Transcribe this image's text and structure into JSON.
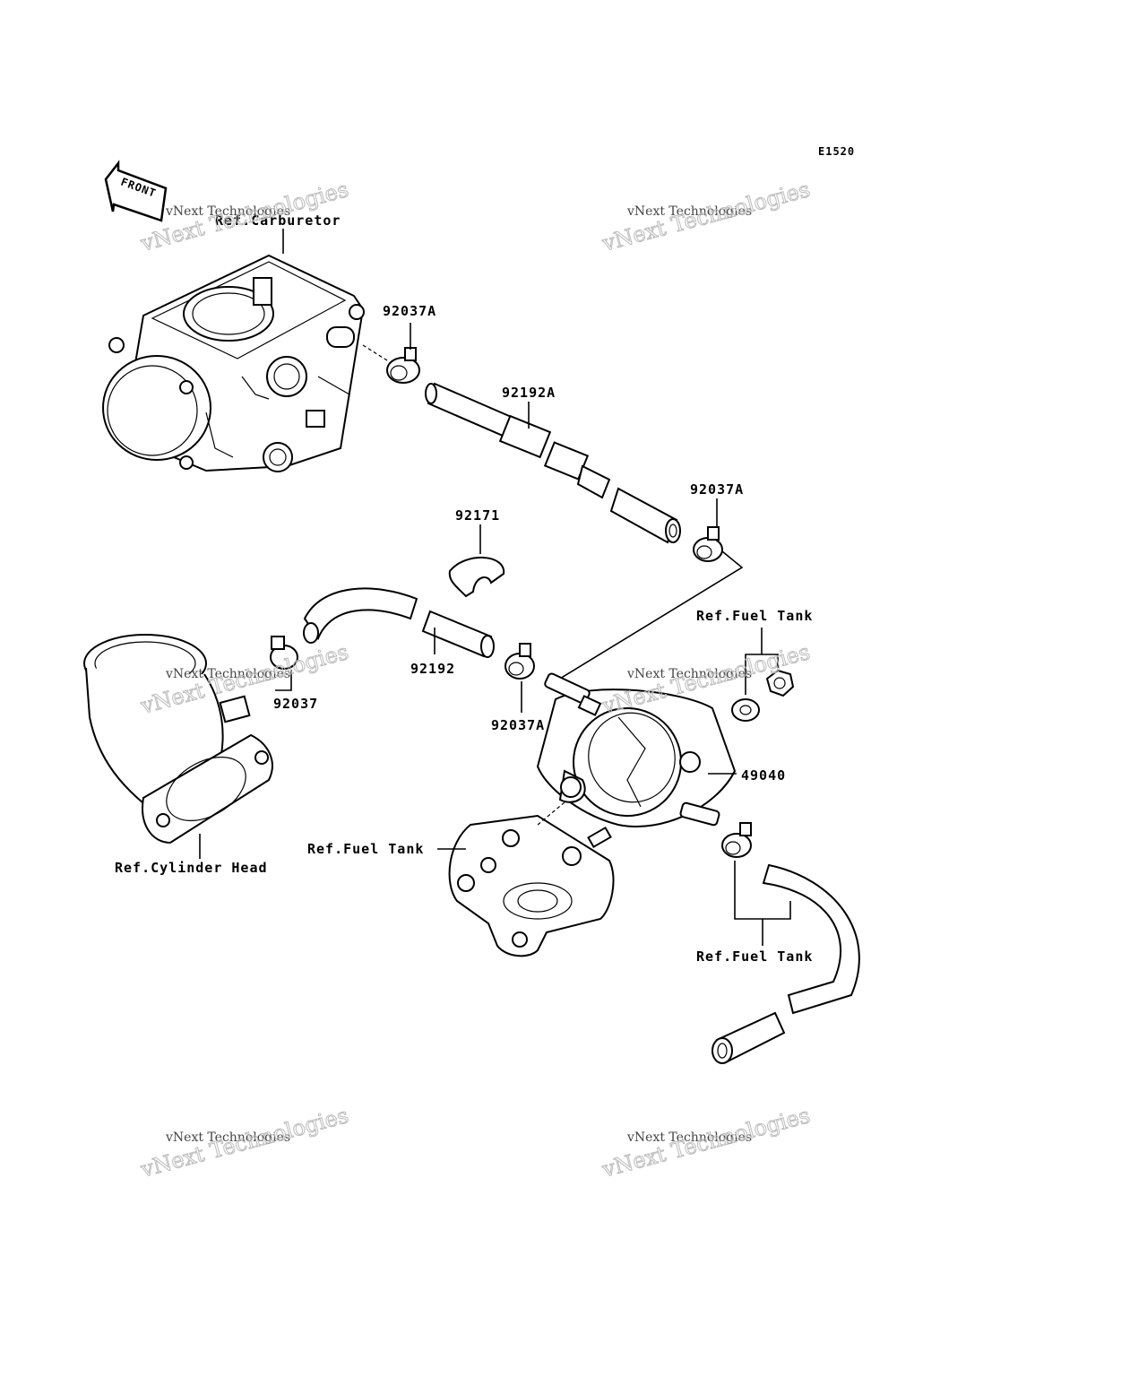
{
  "diagram_code": "E1520",
  "front_arrow": {
    "label": "FRONT"
  },
  "labels": {
    "ref_carburetor": "Ref.Carburetor",
    "clamp_top": "92037A",
    "hose_top": "92192A",
    "clamp_right": "92037A",
    "clip": "92171",
    "ref_fuel_tank_nut": "Ref.Fuel Tank",
    "hose_mid": "92192",
    "clamp_left": "92037",
    "clamp_mid": "92037A",
    "fuel_cock": "49040",
    "ref_fuel_tank_left": "Ref.Fuel Tank",
    "ref_cylinder_head": "Ref.Cylinder Head",
    "ref_fuel_tank_bottom": "Ref.Fuel Tank"
  },
  "watermark": {
    "line1": "vNext Technologies",
    "line2": "vNext Technologies"
  }
}
